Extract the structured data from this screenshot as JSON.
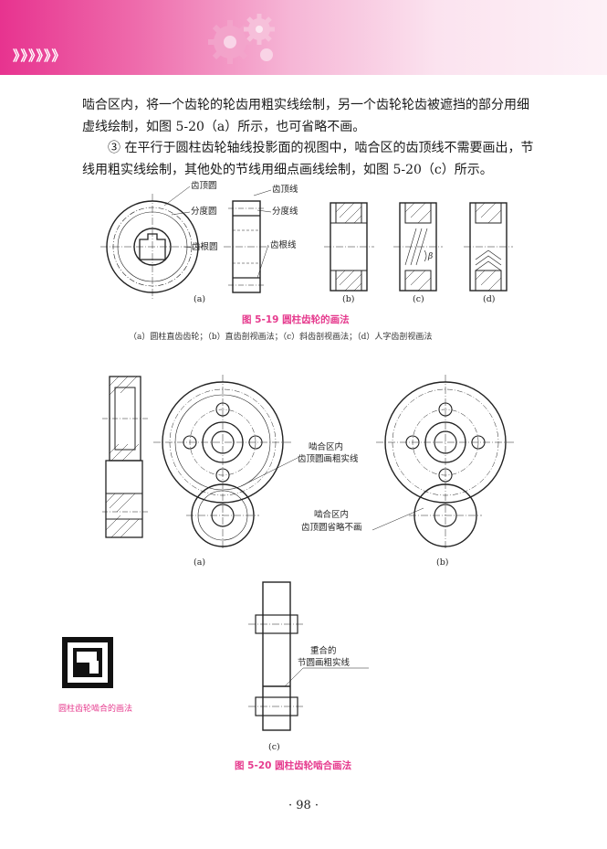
{
  "header": {
    "arrows": "》》》》》》"
  },
  "paragraphs": [
    "啮合区内，将一个齿轮的轮齿用粗实线绘制，另一个齿轮轮齿被遮挡的部分用细虚线绘制，如图 5-20（a）所示，也可省略不画。",
    "③ 在平行于圆柱齿轮轴线投影面的视图中，啮合区的齿顶线不需要画出，节线用粗实线绘制，其他处的节线用细点画线绘制，如图 5-20（c）所示。"
  ],
  "fig19": {
    "labels": {
      "addendum_circle": "齿顶圆",
      "pitch_circle": "分度圆",
      "root_circle": "齿根圆",
      "addendum_line": "齿顶线",
      "pitch_line": "分度线",
      "root_line": "齿根线",
      "beta": "β"
    },
    "parts": [
      "(a)",
      "(b)",
      "(c)",
      "(d)"
    ],
    "caption": "图 5-19    圆柱齿轮的画法",
    "subcaption": "（a）圆柱直齿齿轮；（b）直齿剖视画法；（c）斜齿剖视画法；（d）人字齿剖视画法"
  },
  "fig20": {
    "labels": {
      "mesh_a_line1": "啮合区内",
      "mesh_a_line2": "齿顶圆画粗实线",
      "mesh_b_line1": "啮合区内",
      "mesh_b_line2": "齿顶圆省略不画",
      "c_line1": "重合的",
      "c_line2": "节圆画粗实线"
    },
    "parts": [
      "(a)",
      "(b)",
      "(c)"
    ],
    "caption": "图 5-20    圆柱齿轮啮合画法"
  },
  "qr": {
    "caption": "圆柱齿轮啮合的画法"
  },
  "page_number": "· 98 ·",
  "colors": {
    "accent": "#e63b8e",
    "banner_start": "#e7338f",
    "banner_end": "#fdf1f7"
  }
}
